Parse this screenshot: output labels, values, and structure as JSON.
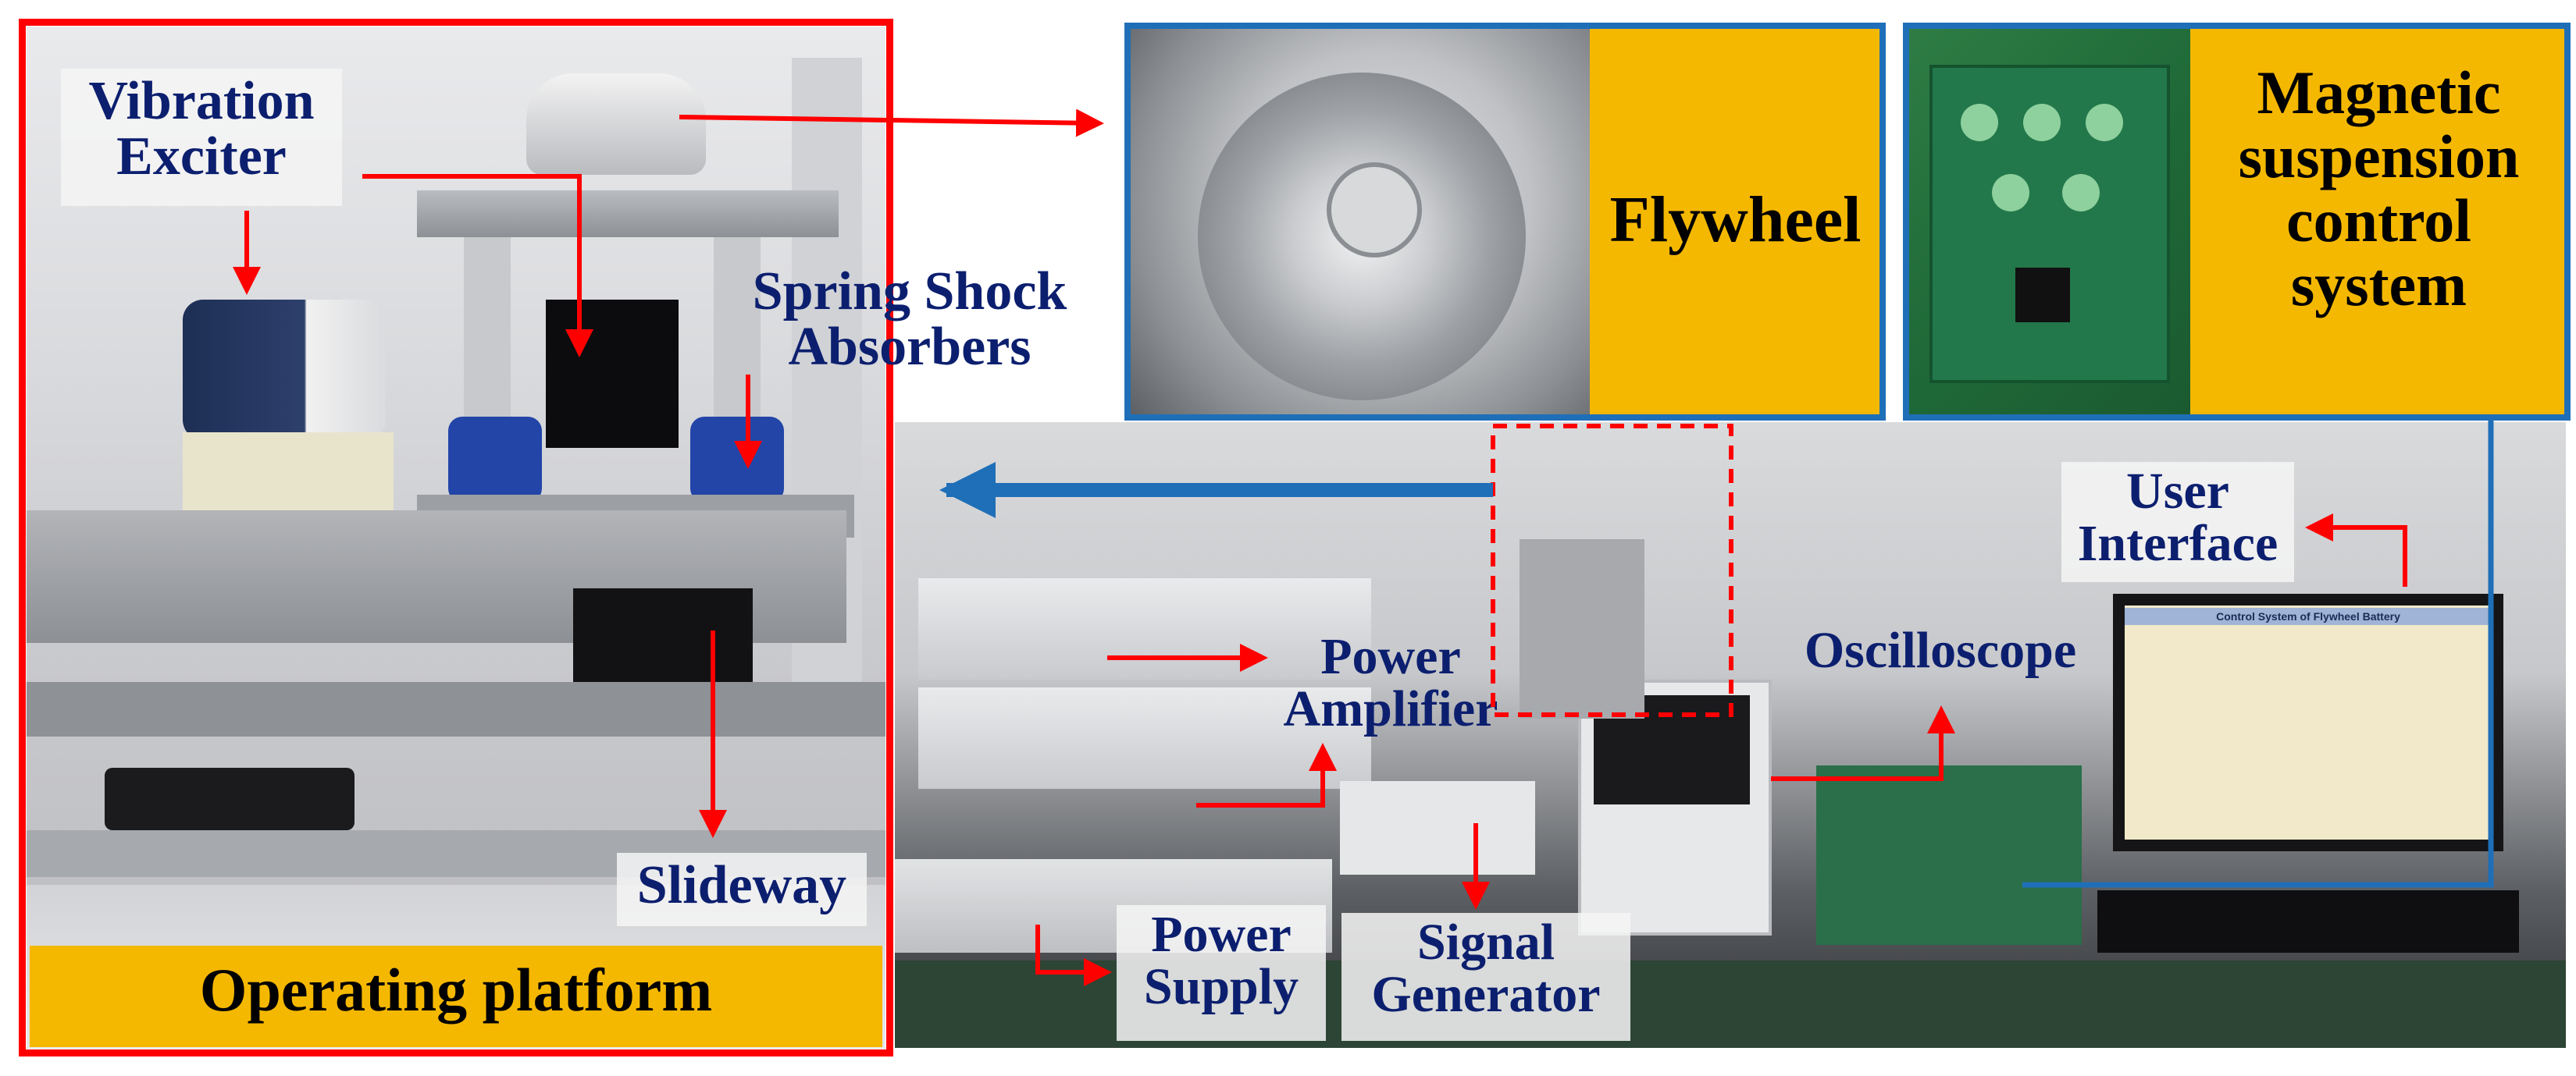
{
  "labels": {
    "vibration_exciter": "Vibration\nExciter",
    "spring_shock_absorbers": "Spring Shock\nAbsorbers",
    "slideway": "Slideway",
    "operating_platform": "Operating platform",
    "flywheel": "Flywheel",
    "magnetic_suspension": "Magnetic\nsuspension\ncontrol\nsystem",
    "user_interface": "User\nInterface",
    "power_amplifier": "Power\nAmplifier",
    "oscilloscope": "Oscilloscope",
    "power_supply": "Power\nSupply",
    "signal_generator": "Signal\nGenerator",
    "monitor_title": "Control System of Flywheel Battery"
  },
  "colors": {
    "frame_red": "#ff0000",
    "frame_blue": "#1f6fb8",
    "label_bg": "#f5b800",
    "label_text": "#0c1f6f",
    "arrow_red": "#ff0000",
    "arrow_blue": "#1f6fb8"
  }
}
